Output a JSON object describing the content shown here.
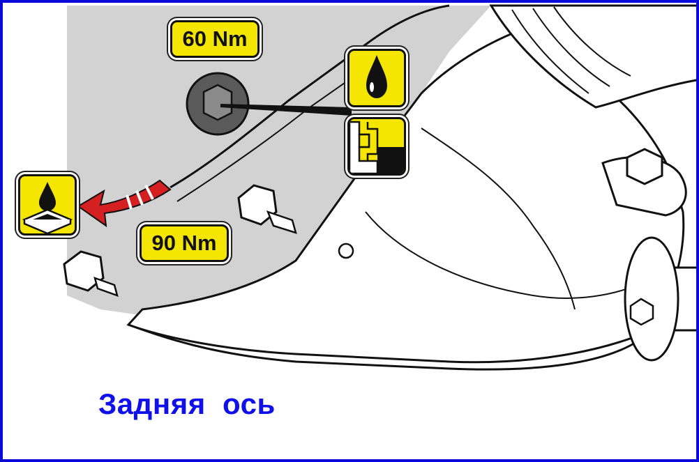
{
  "labels": {
    "torque_upper": "60 Nm",
    "torque_lower": "90 Nm",
    "caption": "Задняя  ось"
  },
  "icons": {
    "drain": "oil-drain-pan-icon",
    "oil": "oil-drop-icon",
    "fill": "fill-level-icon"
  },
  "colors": {
    "frame": "#0a0ad8",
    "badge": "#f4e600",
    "arrow": "#d42020",
    "caption": "#1010e8",
    "housing": "#d2d2d2"
  }
}
